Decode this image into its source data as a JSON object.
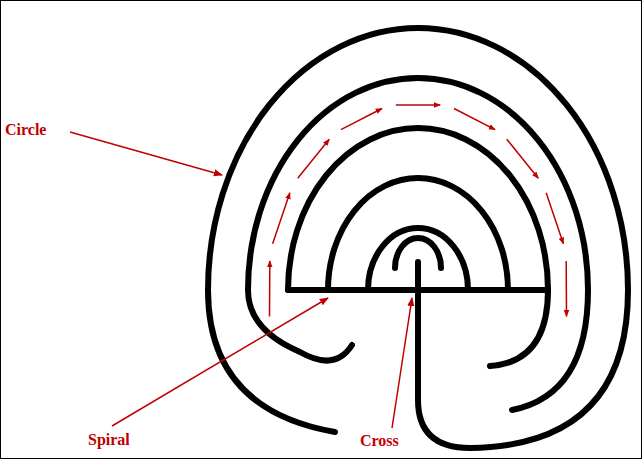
{
  "diagram": {
    "labels": [
      "Circle",
      "Spiral",
      "Cross"
    ]
  }
}
